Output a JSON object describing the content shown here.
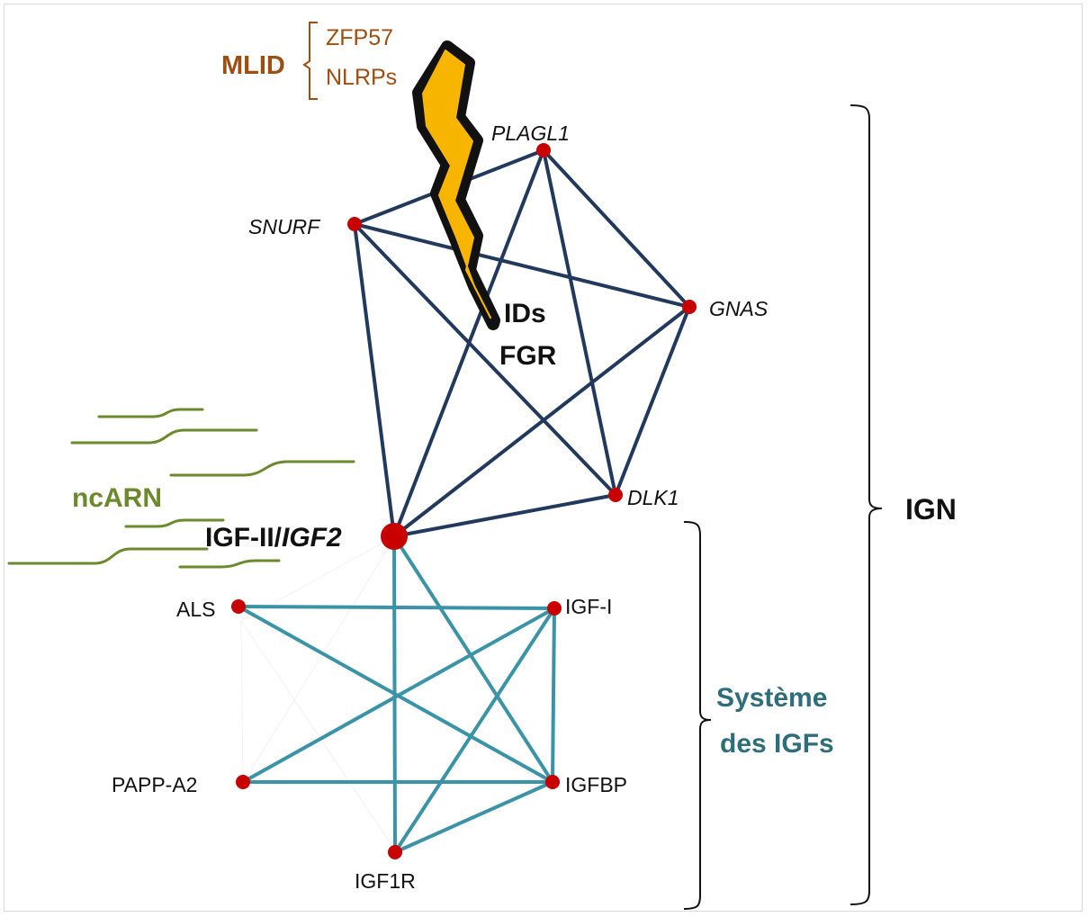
{
  "colors": {
    "imprinted_edge": "#22395e",
    "igf_edge": "#3a93a6",
    "node": "#c80000",
    "mlid": "#9c4f10",
    "ncarn": "#6b8a2c",
    "igf_system": "#2e6d7a",
    "lightning_fill": "#f7b500",
    "lightning_outline": "#111111",
    "bracket": "#111111"
  },
  "mlid": {
    "title": "MLID",
    "items": [
      "ZFP57",
      "NLRPs"
    ]
  },
  "center_label": {
    "line1": "IDs",
    "line2": "FGR"
  },
  "nodes": {
    "plagl1": "PLAGL1",
    "snurf": "SNURF",
    "gnas": "GNAS",
    "dlk1": "DLK1",
    "igf2_prefix": "IGF-II/",
    "igf2_gene": "IGF2",
    "als": "ALS",
    "igf1": "IGF-I",
    "pappa2": "PAPP-A2",
    "igfbp": "IGFBP",
    "igf1r": "IGF1R"
  },
  "ncarn_label": "ncARN",
  "igf_system_label": {
    "line1": "Système",
    "line2": "des IGFs"
  },
  "ign_label": "IGN",
  "edges": {
    "imprinted_network": [
      [
        "snurf",
        "plagl1"
      ],
      [
        "snurf",
        "gnas"
      ],
      [
        "snurf",
        "dlk1"
      ],
      [
        "snurf",
        "igf2"
      ],
      [
        "plagl1",
        "gnas"
      ],
      [
        "plagl1",
        "dlk1"
      ],
      [
        "plagl1",
        "igf2"
      ],
      [
        "gnas",
        "dlk1"
      ],
      [
        "gnas",
        "igf2"
      ],
      [
        "dlk1",
        "igf2"
      ]
    ],
    "igf_system": [
      [
        "igf2",
        "igf1r"
      ],
      [
        "igf2",
        "igfbp"
      ],
      [
        "als",
        "igf1"
      ],
      [
        "als",
        "igfbp"
      ],
      [
        "igf1",
        "pappa2"
      ],
      [
        "igf1",
        "igfbp"
      ],
      [
        "igf1",
        "igf1r"
      ],
      [
        "pappa2",
        "igfbp"
      ],
      [
        "igfbp",
        "igf1r"
      ]
    ]
  }
}
